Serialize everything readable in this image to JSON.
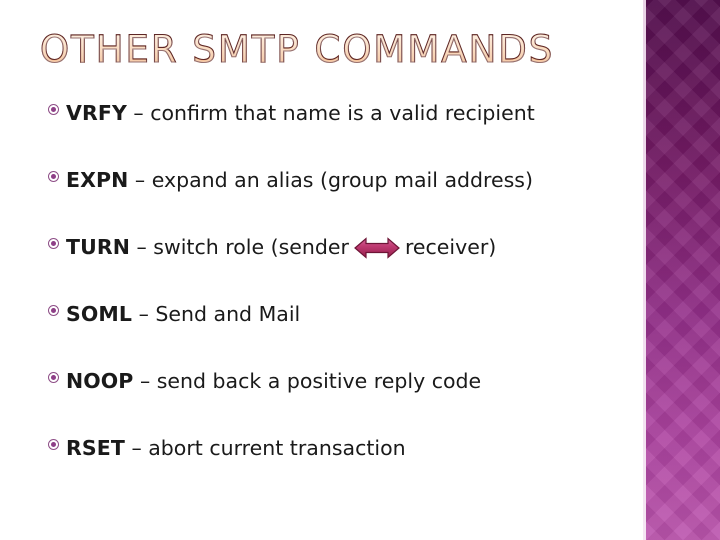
{
  "slide": {
    "title": "OTHER SMTP COMMANDS",
    "background_color": "#ffffff",
    "title_fill_top": "#fdf0e2",
    "title_fill_bottom": "#e89c63",
    "title_outline_color": "#5c2626",
    "bullet_color": "#8e3f87",
    "body_text_color": "#1a1a1a",
    "band": {
      "gradient_top": "#551050",
      "gradient_bottom": "#bc55ae",
      "edge_line_color": "#efdced"
    },
    "arrow": {
      "name": "double-headed-arrow",
      "fill_light": "#d4558f",
      "fill_dark": "#9e1f4e",
      "outline": "#6d1436"
    },
    "bullets": [
      {
        "command": "VRFY",
        "separator": " – ",
        "description": "confirm that name is a valid recipient"
      },
      {
        "command": "EXPN",
        "separator": " – ",
        "description": "expand an alias (group mail address)"
      },
      {
        "command": "TURN",
        "separator": " – ",
        "description_before": "switch role (sender",
        "description_after": "receiver)",
        "has_arrow": true
      },
      {
        "command": "SOML",
        "separator": " – ",
        "description": "Send and Mail"
      },
      {
        "command": "NOOP",
        "separator": " – ",
        "description": "send back a positive reply code"
      },
      {
        "command": "RSET",
        "separator": " – ",
        "description": "abort current transaction"
      }
    ]
  }
}
